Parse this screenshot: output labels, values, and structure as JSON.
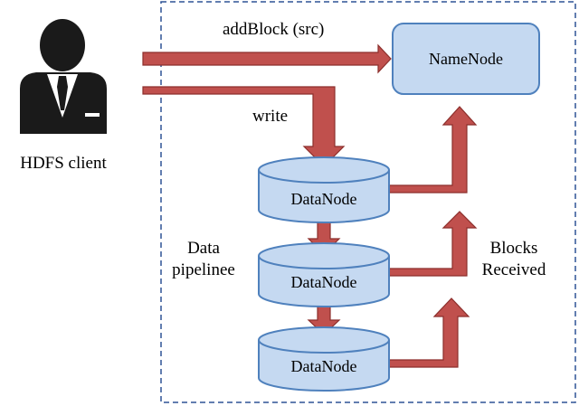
{
  "diagram": {
    "client": {
      "label": "HDFS client",
      "icon": "business-person-icon"
    },
    "namenode": {
      "label": "NameNode"
    },
    "datanodes": [
      {
        "label": "DataNode"
      },
      {
        "label": "DataNode"
      },
      {
        "label": "DataNode"
      }
    ],
    "edges": {
      "add_block": "addBlock (src)",
      "write": "write"
    },
    "annotations": {
      "pipeline_line1": "Data",
      "pipeline_line2": "pipelinee",
      "blocks_line1": "Blocks",
      "blocks_line2": "Received"
    },
    "colors": {
      "arrow_fill": "#c0504d",
      "arrow_stroke": "#8c2f2c",
      "node_fill": "#c5d9f1",
      "node_stroke": "#4f81bd",
      "boundary": "#2f5496"
    }
  }
}
